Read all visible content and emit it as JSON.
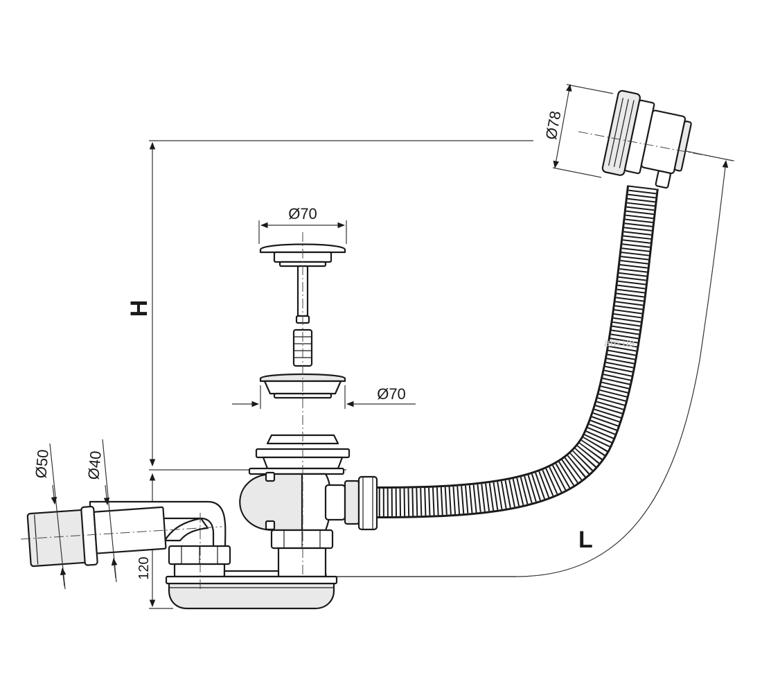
{
  "labels": {
    "overflow_diameter": "Ø78",
    "plug_diameter": "Ø70",
    "flange_diameter": "Ø70",
    "outlet_diameter_outer": "Ø50",
    "outlet_diameter_inner": "Ø40",
    "trap_height": "120",
    "height": "H",
    "length": "L"
  },
  "watermark": "am.ua",
  "colors": {
    "line": "#1a1a1a",
    "fill": "#ffffff",
    "shade": "#e9e9e9"
  }
}
